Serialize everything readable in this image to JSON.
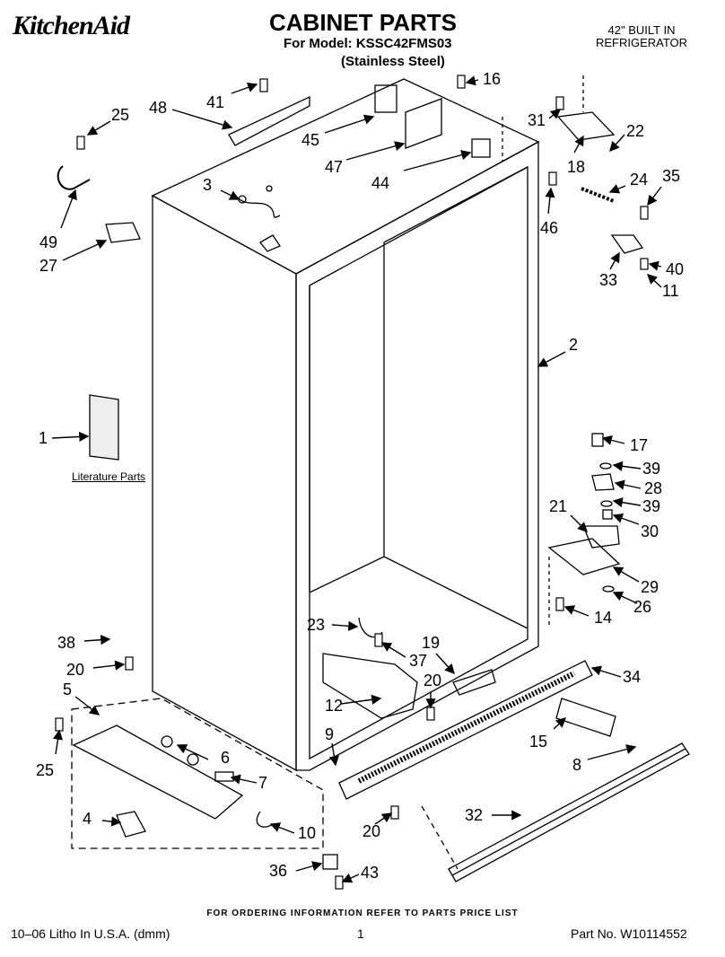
{
  "header": {
    "brand": "KitchenAid",
    "title": "CABINET PARTS",
    "model_line": "For Model: KSSC42FMS03",
    "finish_line": "(Stainless Steel)",
    "product_line1": "42\" BUILT IN",
    "product_line2": "REFRIGERATOR"
  },
  "literature_label": "Literature Parts",
  "callouts": {
    "c1": "1",
    "c2": "2",
    "c3": "3",
    "c4": "4",
    "c5": "5",
    "c6": "6",
    "c7": "7",
    "c8": "8",
    "c9": "9",
    "c10": "10",
    "c11": "11",
    "c12": "12",
    "c14": "14",
    "c15": "15",
    "c16": "16",
    "c17": "17",
    "c18": "18",
    "c19": "19",
    "c20a": "20",
    "c20b": "20",
    "c20c": "20",
    "c21": "21",
    "c22": "22",
    "c23": "23",
    "c24": "24",
    "c25a": "25",
    "c25b": "25",
    "c26": "26",
    "c27": "27",
    "c28": "28",
    "c29": "29",
    "c30": "30",
    "c31": "31",
    "c32": "32",
    "c33": "33",
    "c34": "34",
    "c35": "35",
    "c36": "36",
    "c37": "37",
    "c38": "38",
    "c39a": "39",
    "c39b": "39",
    "c40": "40",
    "c41": "41",
    "c43": "43",
    "c44": "44",
    "c45": "45",
    "c46": "46",
    "c47": "47",
    "c48": "48",
    "c49": "49"
  },
  "footer": {
    "ordering_note": "FOR ORDERING INFORMATION REFER TO PARTS PRICE LIST",
    "litho": "10–06 Litho In U.S.A. (dmm)",
    "page": "1",
    "part_no": "Part No. W10114552"
  }
}
